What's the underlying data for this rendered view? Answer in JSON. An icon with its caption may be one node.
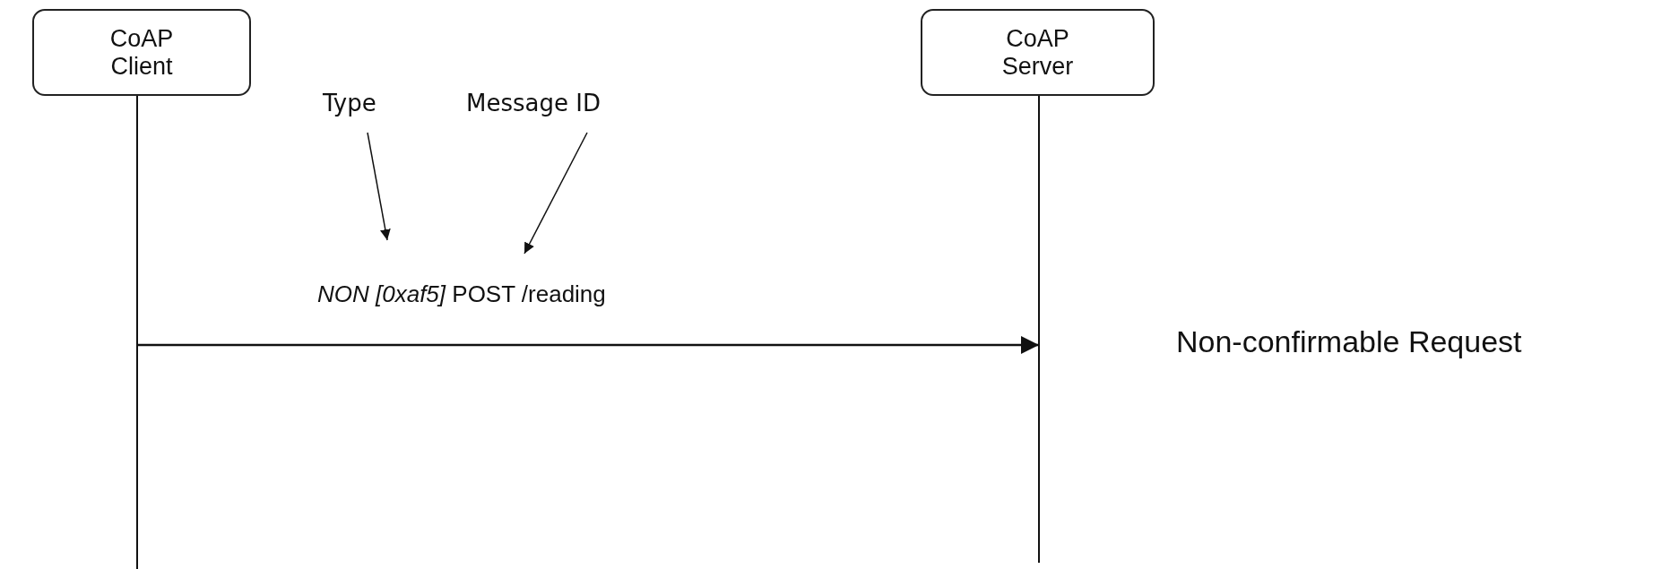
{
  "diagram": {
    "nodes": [
      {
        "text": [
          "CoAP Client"
        ]
      },
      {
        "text": [
          "CoAP Server"
        ]
      },
      {
        "text": [
          "Type"
        ]
      },
      {
        "text": [
          "Message ID"
        ]
      }
    ],
    "edges": [
      {
        "from": 0,
        "to": 1,
        "arrow": "to",
        "label": "*NON [0xaf5]* POST /reading"
      },
      {
        "from": 2,
        "to": null,
        "arrow": "to"
      },
      {
        "from": 3,
        "to": null,
        "arrow": "to"
      }
    ],
    "labels": [
      "Non-confirmable Request"
    ]
  }
}
